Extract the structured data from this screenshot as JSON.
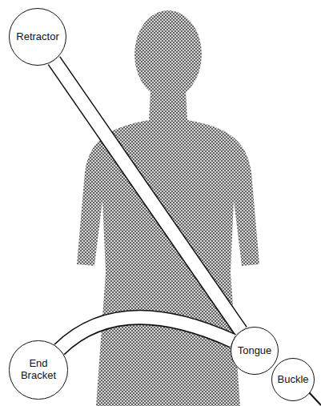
{
  "diagram": {
    "nodes": [
      {
        "text": [
          "Retractor"
        ]
      },
      {
        "text": [
          "Tongue"
        ]
      },
      {
        "text": [
          "End Bracket"
        ]
      },
      {
        "text": [
          "Buckle"
        ]
      }
    ],
    "edges": [
      {
        "from": 0,
        "to": 1,
        "arrow": "none"
      },
      {
        "from": 2,
        "to": 1,
        "arrow": "none"
      }
    ]
  }
}
